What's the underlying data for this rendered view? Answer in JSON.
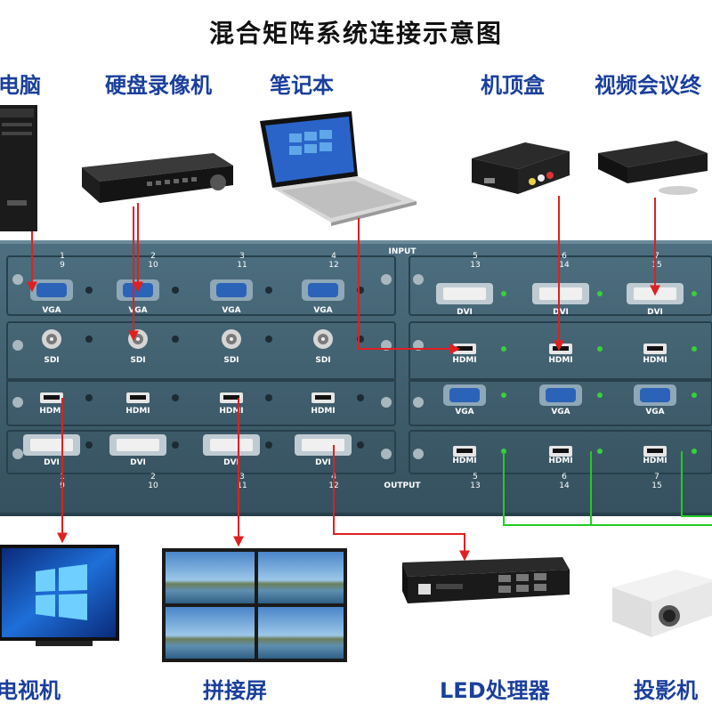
{
  "title": "混合矩阵系统连接示意图",
  "input_devices": [
    "电脑",
    "硬盘录像机",
    "笔记本",
    "机顶盒",
    "视频会议终"
  ],
  "output_devices": [
    "电视机",
    "拼接屏",
    "LED处理器",
    "投影机"
  ],
  "chassis": {
    "input_label": "INPUT",
    "output_label": "OUTPUT",
    "top_numbers": [
      {
        "a": "1",
        "b": "9"
      },
      {
        "a": "2",
        "b": "10"
      },
      {
        "a": "3",
        "b": "11"
      },
      {
        "a": "4",
        "b": "12"
      },
      {
        "a": "5",
        "b": "13"
      },
      {
        "a": "6",
        "b": "14"
      },
      {
        "a": "7",
        "b": "15"
      }
    ],
    "bottom_numbers": [
      {
        "a": "1",
        "b": "9"
      },
      {
        "a": "2",
        "b": "10"
      },
      {
        "a": "3",
        "b": "11"
      },
      {
        "a": "4",
        "b": "12"
      },
      {
        "a": "5",
        "b": "13"
      },
      {
        "a": "6",
        "b": "14"
      },
      {
        "a": "7",
        "b": "15"
      }
    ],
    "left_rows": [
      {
        "port": "VGA",
        "labels": [
          "VGA",
          "VGA",
          "VGA",
          "VGA"
        ]
      },
      {
        "port": "SDI",
        "labels": [
          "SDI",
          "SDI",
          "SDI",
          "SDI"
        ]
      },
      {
        "port": "HDMI",
        "labels": [
          "HDMI",
          "HDMI",
          "HDMI",
          "HDMI"
        ]
      },
      {
        "port": "DVI",
        "labels": [
          "DVI",
          "DVI",
          "DVI",
          "DVI"
        ]
      }
    ],
    "right_rows": [
      {
        "port": "DVI",
        "labels": [
          "DVI",
          "DVI",
          "DVI"
        ]
      },
      {
        "port": "HDMI",
        "labels": [
          "HDMI",
          "HDMI",
          "HDMI"
        ]
      },
      {
        "port": "VGA",
        "labels": [
          "VGA",
          "VGA",
          "VGA"
        ]
      },
      {
        "port": "HDMI",
        "labels": [
          "HDMI",
          "HDMI",
          "HDMI"
        ]
      }
    ]
  },
  "colors": {
    "title": "#111111",
    "device_label": "#1a3f9c",
    "chassis": "#3f5f70",
    "input_line": "#e02020",
    "output_line": "#e02020",
    "green_line": "#22cc22"
  }
}
